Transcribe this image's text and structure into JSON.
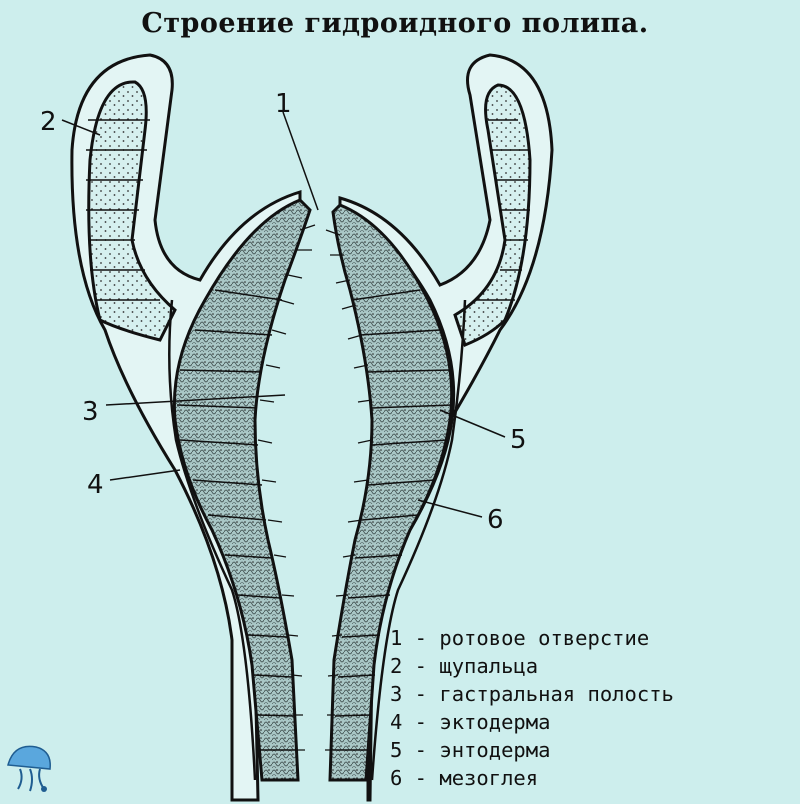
{
  "title": "Строение гидроидного полипа.",
  "labels": {
    "l1": "1",
    "l2": "2",
    "l3": "3",
    "l4": "4",
    "l5": "5",
    "l6": "6"
  },
  "legend": [
    {
      "num": "1",
      "text": "ротовое отверстие"
    },
    {
      "num": "2",
      "text": "щупальца"
    },
    {
      "num": "3",
      "text": "гастральная полость"
    },
    {
      "num": "4",
      "text": "эктодерма"
    },
    {
      "num": "5",
      "text": "энтодерма"
    },
    {
      "num": "6",
      "text": "мезоглея"
    }
  ],
  "colors": {
    "background": "#cdeeed",
    "outline": "#111111",
    "endoderm_fill": "#a9c7c6",
    "ectoderm_fill": "#d6f0ef"
  },
  "icons": {
    "logo": "jellyfish-logo-icon"
  }
}
